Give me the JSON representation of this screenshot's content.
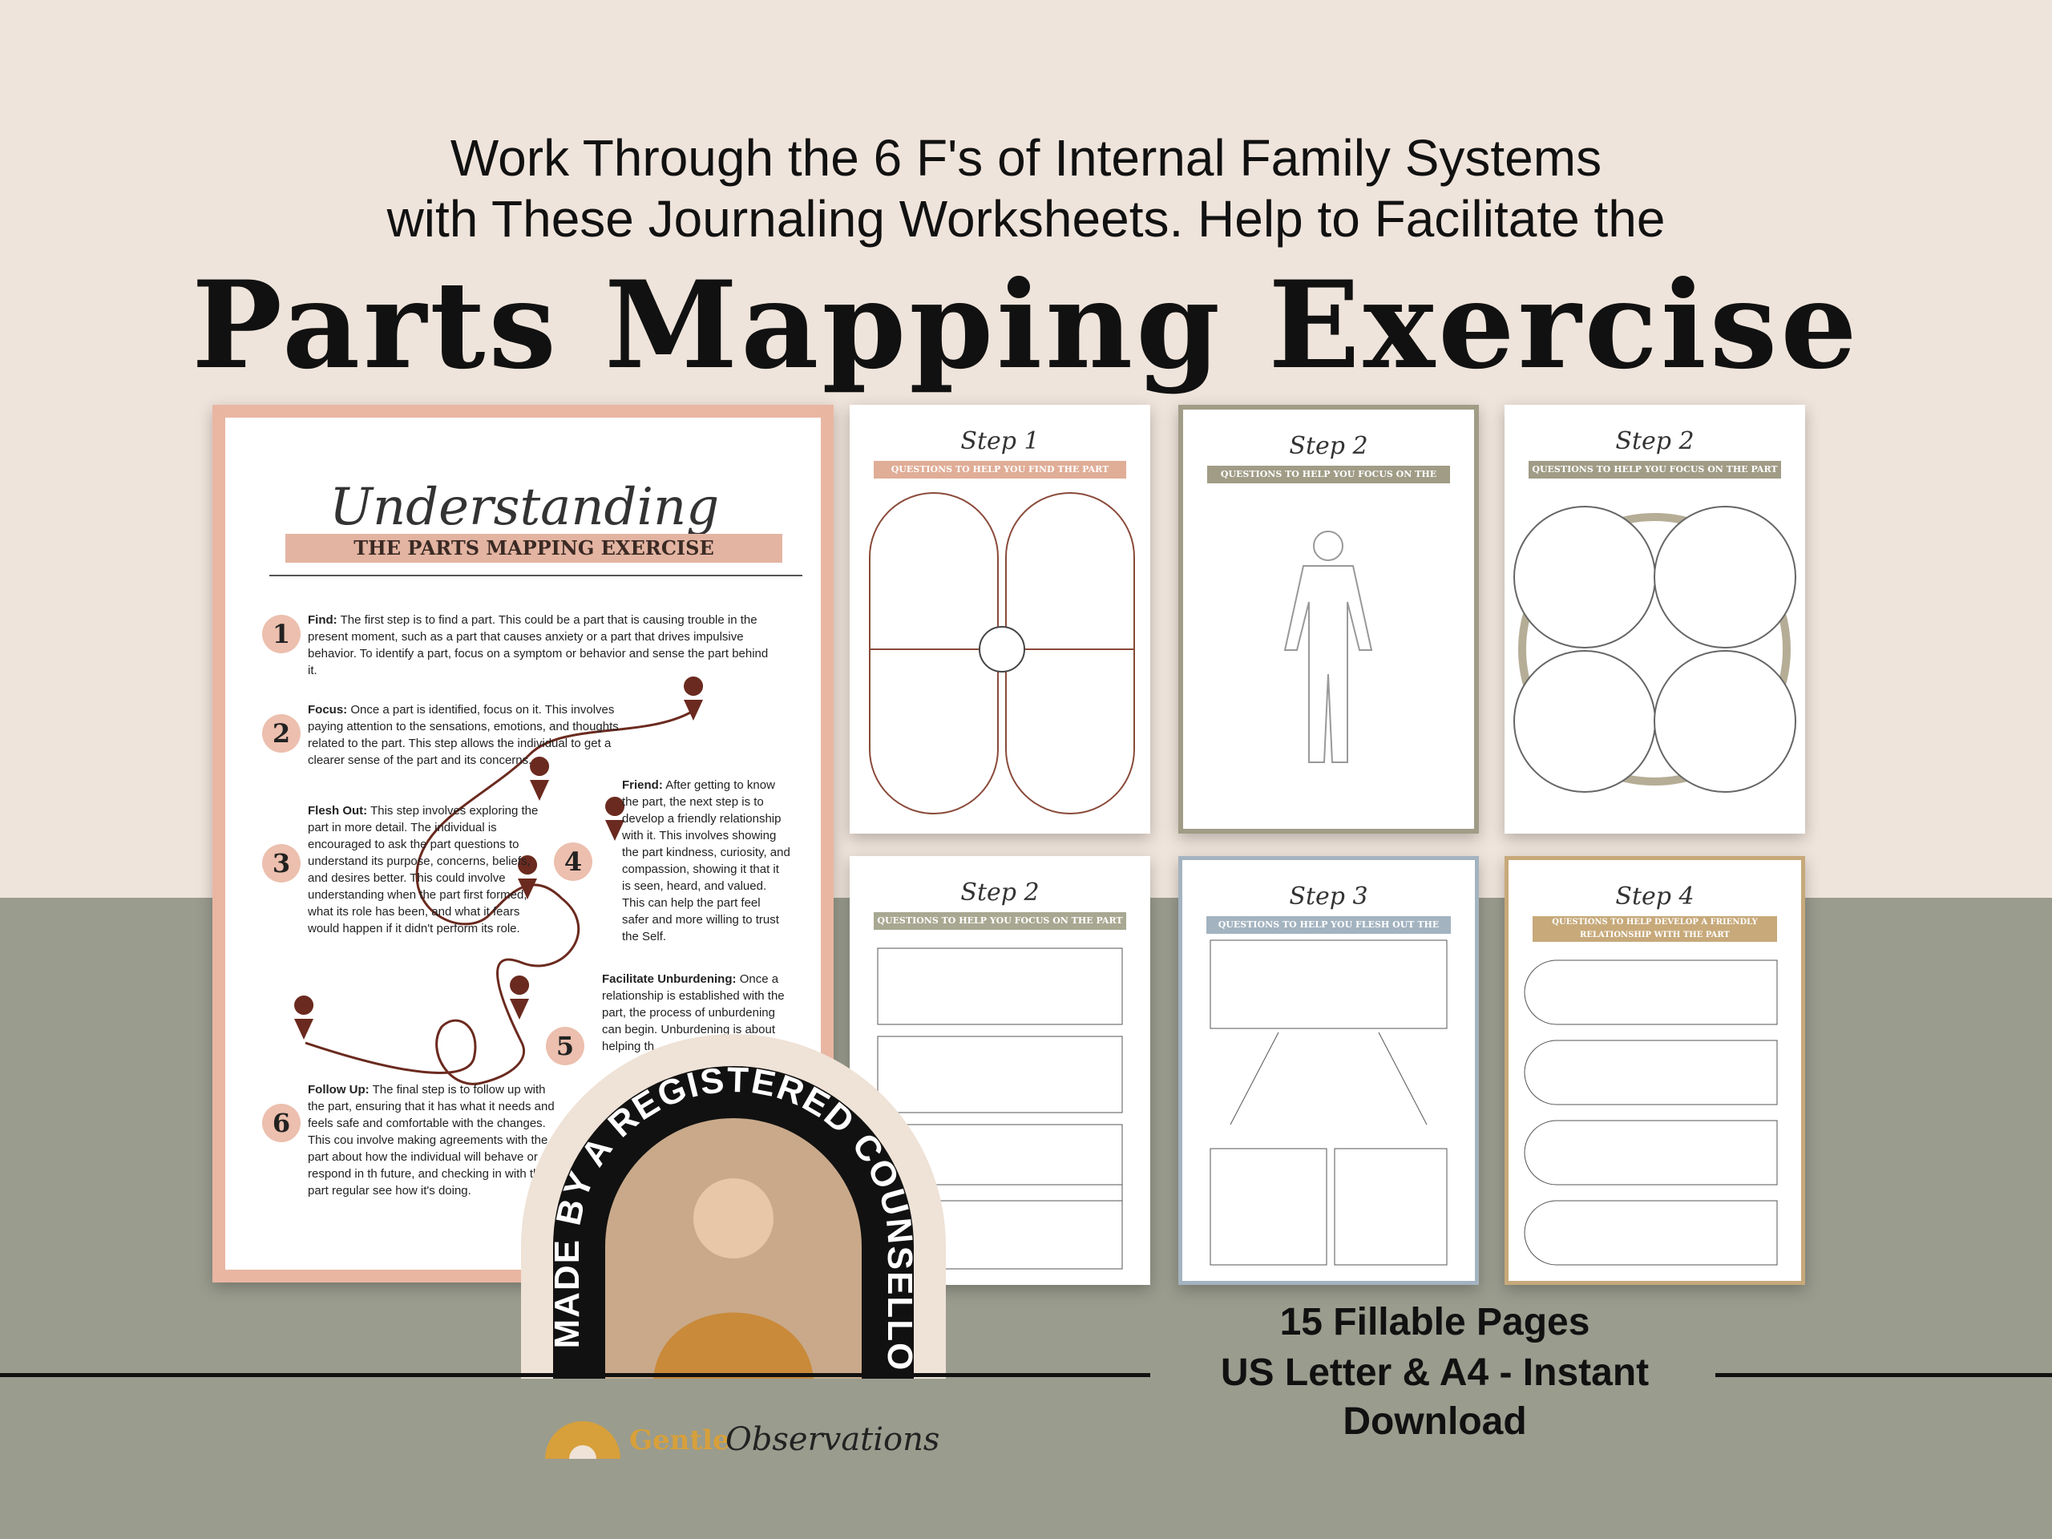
{
  "headline": {
    "line1": "Work Through the 6 F's of Internal Family Systems",
    "line2": "with These Journaling Worksheets. Help to Facilitate the",
    "line3": "Parts Mapping Exercise"
  },
  "main_sheet": {
    "script_title": "Understanding",
    "banner": "THE PARTS MAPPING EXERCISE",
    "steps": [
      {
        "num": "1",
        "title": "Find:",
        "text": "The first step is to find a part. This could be a part that is causing trouble in the present moment, such as a part that causes anxiety or a part that drives impulsive behavior. To identify a part, focus on a symptom or behavior and sense the part behind it."
      },
      {
        "num": "2",
        "title": "Focus:",
        "text": "Once a part is identified, focus on it. This involves paying attention to the sensations, emotions, and thoughts related to the part. This step allows the individual to get a clearer sense of the part and its concerns."
      },
      {
        "num": "3",
        "title": "Flesh Out:",
        "text": "This step involves exploring the part in more detail. The individual is encouraged to ask the part questions to understand its purpose, concerns, beliefs, and desires better. This could involve understanding when the part first formed, what its role has been, and what it fears would happen if it didn't perform its role."
      },
      {
        "num": "4",
        "title": "Friend:",
        "text": "After getting to know the part, the next step is to develop a friendly relationship with it. This involves showing the part kindness, curiosity, and compassion, showing it that it is seen, heard, and valued. This can help the part feel safer and more willing to trust the Self."
      },
      {
        "num": "5",
        "title": "Facilitate Unburdening:",
        "text": "Once a relationship is established with the part, the process of unburdening can begin. Unburdening is about helping th"
      },
      {
        "num": "6",
        "title": "Follow Up:",
        "text": "The final step is to follow up with the part, ensuring that it has what it needs and feels safe and comfortable with the changes. This cou involve making agreements with the part about how the individual will behave or respond in th future, and checking in with the part regular see how it's doing."
      }
    ]
  },
  "thumbs": [
    {
      "step": "Step 1",
      "banner": "QUESTIONS TO HELP YOU FIND THE PART",
      "color": "#e0ad97"
    },
    {
      "step": "Step 2",
      "banner": "QUESTIONS TO HELP YOU FOCUS ON THE PART",
      "color": "#a09c86"
    },
    {
      "step": "Step 2",
      "banner": "QUESTIONS TO HELP YOU FOCUS ON THE PART",
      "color": "#a09c86"
    },
    {
      "step": "Step 2",
      "banner": "QUESTIONS TO HELP YOU FOCUS ON THE PART",
      "color": "#a8a892"
    },
    {
      "step": "Step 3",
      "banner": "QUESTIONS TO HELP YOU FLESH OUT THE PART",
      "color": "#a3b3c0"
    },
    {
      "step": "Step 4",
      "banner": "QUESTIONS TO HELP DEVELOP A FRIENDLY RELATIONSHIP WITH THE PART",
      "color": "#c7a97a"
    }
  ],
  "arch_text": "MADE BY A REGISTERED COUNSELLOR",
  "info": {
    "line1": "15 Fillable Pages",
    "line2": "US Letter & A4 - Instant",
    "line3": "Download"
  },
  "brand": {
    "word1": "Gentle",
    "word2": "Observations"
  },
  "colors": {
    "top": "#efe4db",
    "bottom": "#9a9c8e",
    "accent": "#e9b6a2",
    "map_line": "#6b2a1f"
  }
}
